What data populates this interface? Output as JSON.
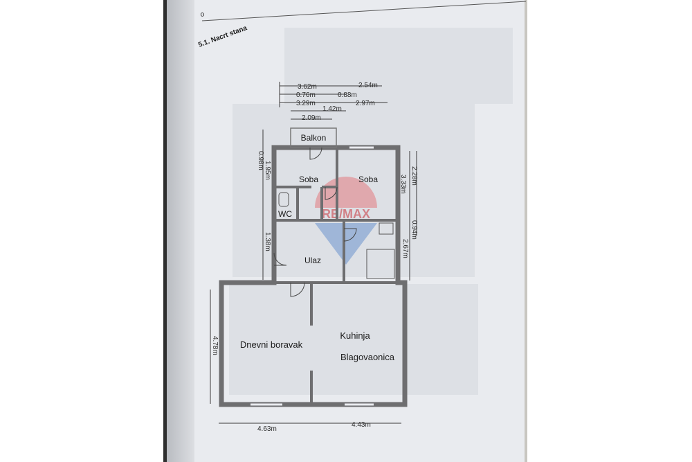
{
  "document": {
    "header_fragment": "o",
    "section_title": "5.1. Nacrt stana"
  },
  "watermark": {
    "text": "RE/MAX",
    "colors": {
      "red": "#d6373f",
      "blue": "#2e5fa8"
    }
  },
  "rooms": {
    "balkon": "Balkon",
    "soba_left": "Soba",
    "soba_right": "Soba",
    "wc": "WC",
    "ulaz": "Ulaz",
    "dnevni_boravak": "Dnevni boravak",
    "kuhinja": "Kuhinja",
    "blagovaonica": "Blagovaonica"
  },
  "dimensions": {
    "top": {
      "d1": "3.62m",
      "d2": "2.54m",
      "d3": "0.76m",
      "d4": "0.88m",
      "d5": "3.29m",
      "d6": "2.97m",
      "d7": "1.42m",
      "d8": "2.09m"
    },
    "left": {
      "d1": "0.98m",
      "d2": "1.95m",
      "d3": "1.38m",
      "d4": "4.78m"
    },
    "right": {
      "d1": "2.28m",
      "d2": "3.33m",
      "d3": "0.94m",
      "d4": "2.67m"
    },
    "bottom": {
      "d1": "4.63m",
      "d2": "4.43m"
    }
  },
  "colors": {
    "wall": "#6e6e70",
    "paper": "#e9ebef",
    "dim_line": "#3a3a3a"
  }
}
